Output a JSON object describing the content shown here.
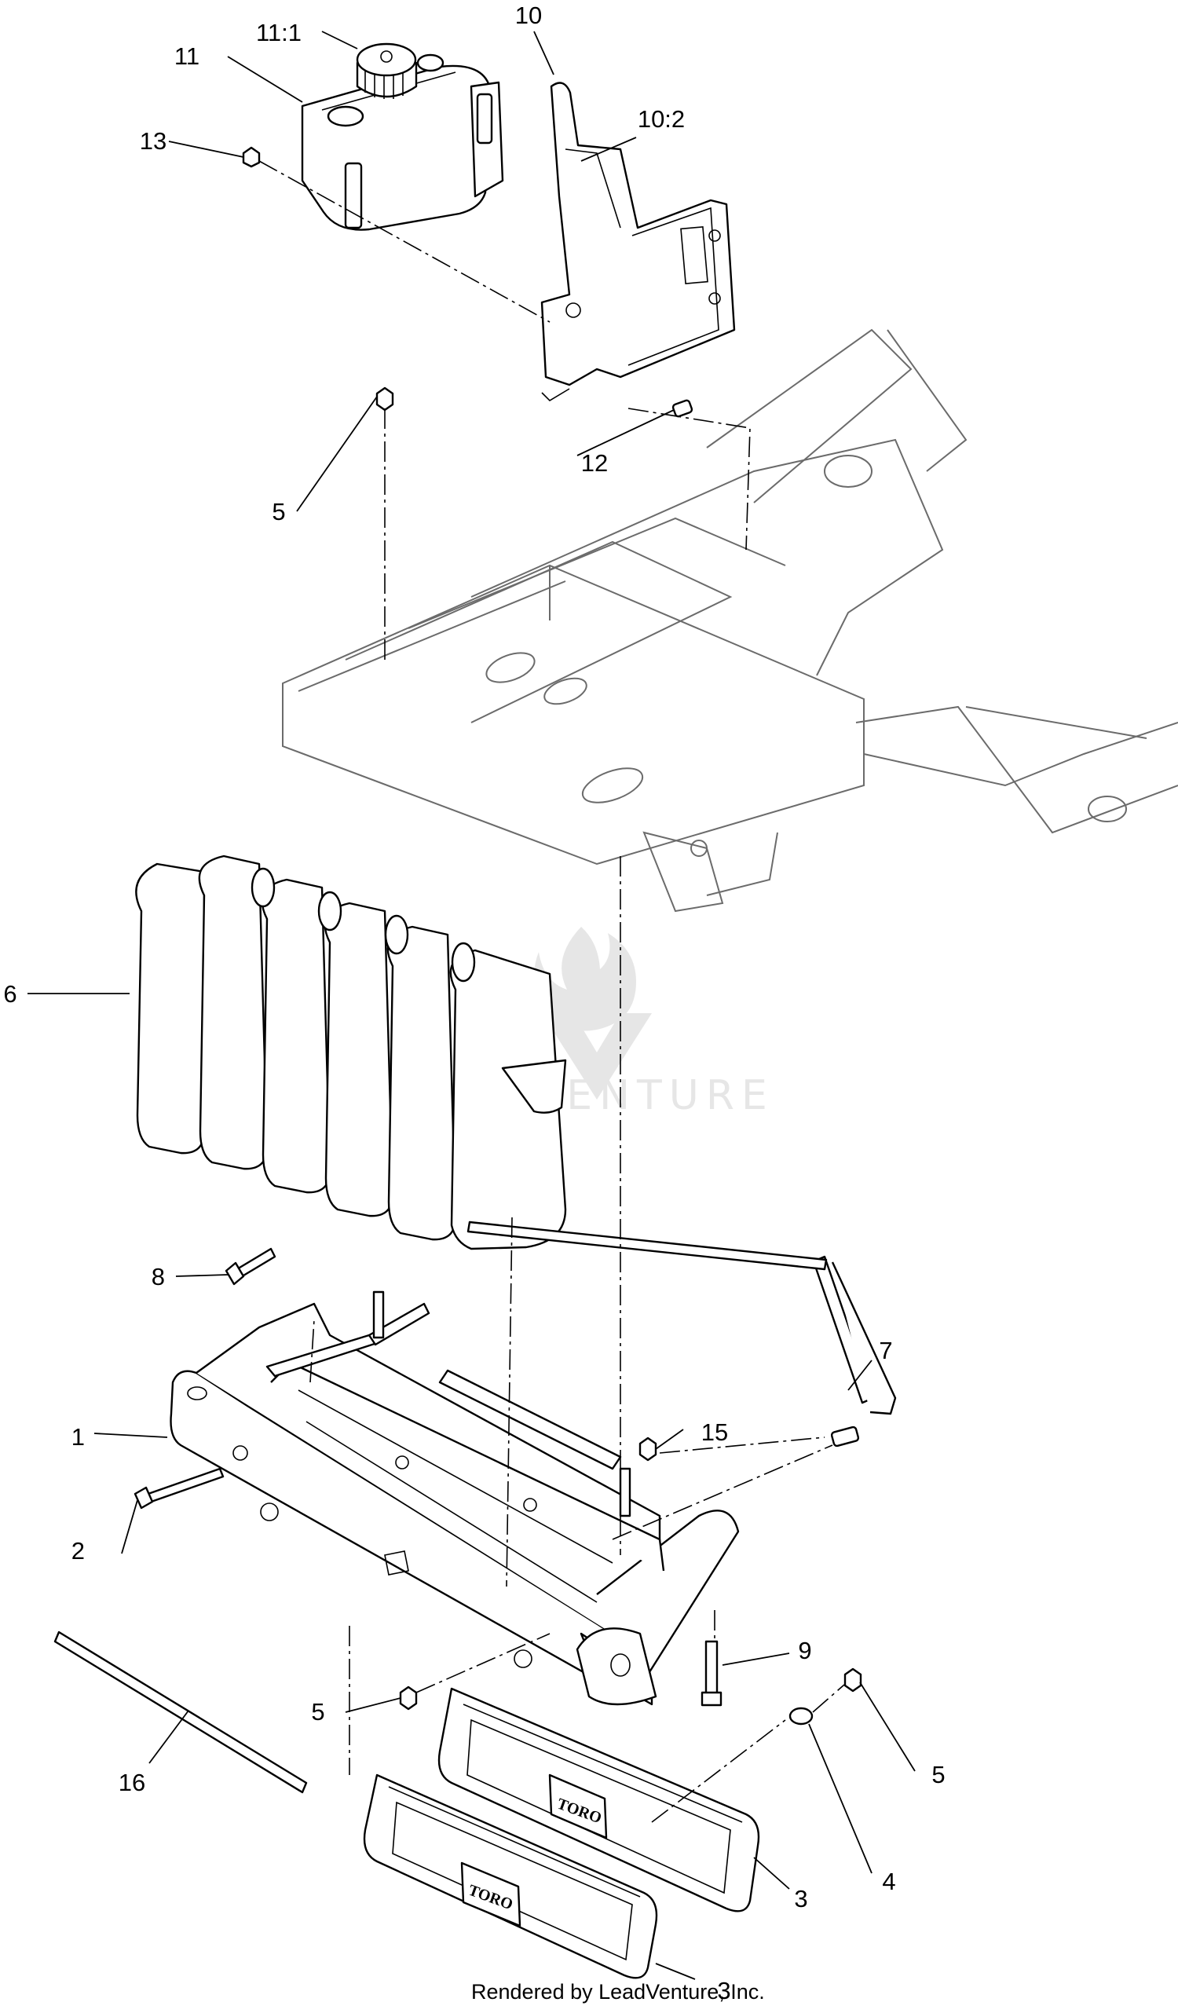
{
  "callouts": [
    {
      "id": "c1",
      "label": "1"
    },
    {
      "id": "c2",
      "label": "2"
    },
    {
      "id": "c3a",
      "label": "3"
    },
    {
      "id": "c3b",
      "label": "3"
    },
    {
      "id": "c4",
      "label": "4"
    },
    {
      "id": "c5a",
      "label": "5"
    },
    {
      "id": "c5b",
      "label": "5"
    },
    {
      "id": "c5c",
      "label": "5"
    },
    {
      "id": "c6",
      "label": "6"
    },
    {
      "id": "c7",
      "label": "7"
    },
    {
      "id": "c8",
      "label": "8"
    },
    {
      "id": "c9",
      "label": "9"
    },
    {
      "id": "c10",
      "label": "10"
    },
    {
      "id": "c10_2",
      "label": "10:2"
    },
    {
      "id": "c11",
      "label": "11"
    },
    {
      "id": "c11_1",
      "label": "11:1"
    },
    {
      "id": "c12",
      "label": "12"
    },
    {
      "id": "c13",
      "label": "13"
    },
    {
      "id": "c15",
      "label": "15"
    },
    {
      "id": "c16",
      "label": "16"
    }
  ],
  "weight_brand_label": "TORO",
  "watermark_text": "LEADVENTURE",
  "footer": {
    "rendered_by": "Rendered by LeadVenture, Inc."
  },
  "colors": {
    "line": "#000000",
    "frame": "#6b6b6b",
    "watermark": "#e6e6e6",
    "background": "#ffffff"
  }
}
